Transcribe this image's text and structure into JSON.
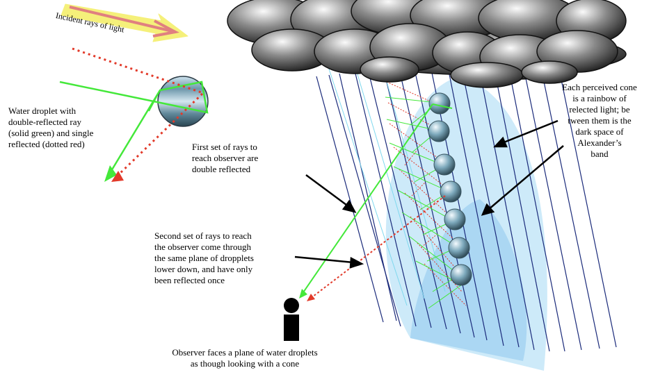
{
  "labels": {
    "incident": "Incident rays of light",
    "droplet": "Water droplet with\ndouble-reflected ray\n(solid green) and single\nreflected (dotted red)",
    "first_set": "First set of rays to\nreach observer are\ndouble reflected",
    "second_set": "Second set of rays to reach\nthe observer come through\nthe same plane of dropplets\nlower down, and have only\nbeen reflected once",
    "cone": "Each perceived cone\nis a rainbow of\nrelected light; be\ntween them is the\ndark space of\nAlexander’s\nband",
    "observer": "Observer faces a plane of water droplets\nas though looking with a cone"
  },
  "colors": {
    "double_ray": "#44e83a",
    "single_ray": "#e23a2a",
    "incident_arrow": "#e08080",
    "incident_glow": "#f5f07a",
    "rain": "#1a2a7a",
    "cone_outer": "#c4e6f8",
    "cone_inner": "#a4d4f2",
    "observer": "#000000"
  },
  "icons": {
    "cloud": "storm-cloud",
    "droplet": "water-droplet",
    "observer": "person-silhouette"
  }
}
